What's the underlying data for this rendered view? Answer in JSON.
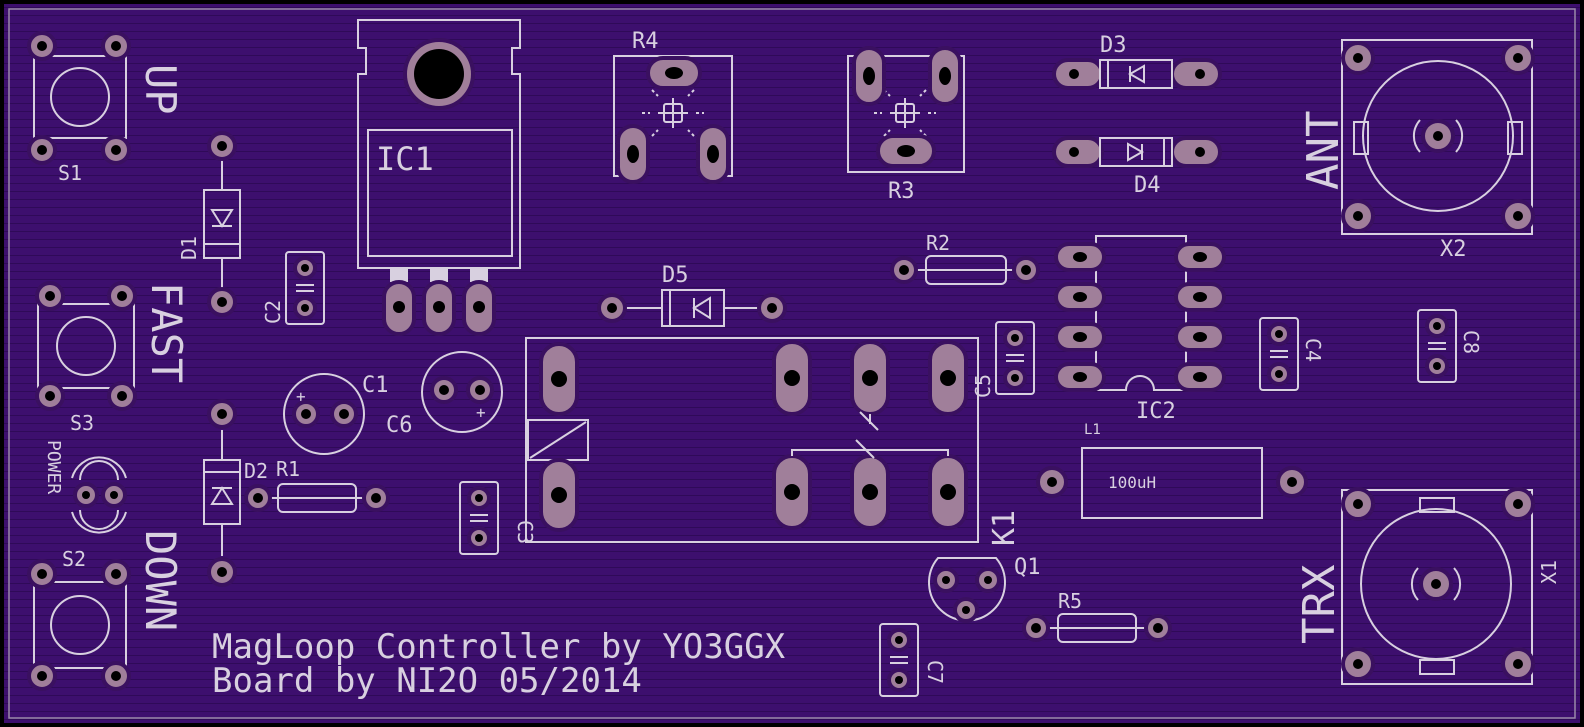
{
  "board": {
    "background": "#3d0f6e",
    "trace_line_color": "#2e0a56",
    "silk_color": "#d8d0e0",
    "pad_color": "#a07f9a",
    "title_line1": "MagLoop Controller by YO3GGX",
    "title_line2": "Board by NI2O 05/2014"
  },
  "labels": {
    "up": "UP",
    "fast": "FAST",
    "down": "DOWN",
    "power": "POWER",
    "ant": "ANT",
    "trx": "TRX",
    "inductor_value": "100uH"
  },
  "refs": {
    "s1": "S1",
    "s2": "S2",
    "s3": "S3",
    "d1": "D1",
    "d2": "D2",
    "d3": "D3",
    "d4": "D4",
    "d5": "D5",
    "ic1": "IC1",
    "ic2": "IC2",
    "c1": "C1",
    "c2": "C2",
    "c3": "C3",
    "c4": "C4",
    "c5": "C5",
    "c6": "C6",
    "c7": "C7",
    "c8": "C8",
    "r1": "R1",
    "r2": "R2",
    "r3": "R3",
    "r4": "R4",
    "r5": "R5",
    "k1": "K1",
    "l1": "L1",
    "q1": "Q1",
    "x1": "X1",
    "x2": "X2"
  }
}
